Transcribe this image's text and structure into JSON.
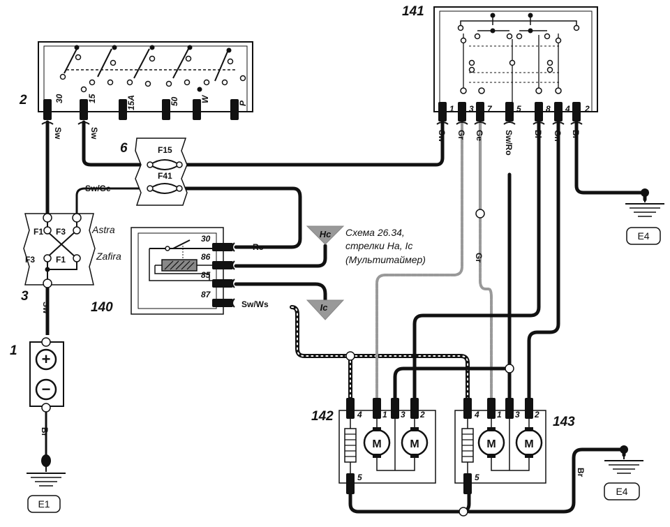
{
  "components": {
    "c1": "1",
    "c2": "2",
    "c3": "3",
    "c6": "6",
    "c140": "140",
    "c141": "141",
    "c142": "142",
    "c143": "143"
  },
  "ignition_switch": {
    "terminals": [
      "30",
      "15",
      "15A",
      "50",
      "W",
      "P"
    ]
  },
  "fuse_box": {
    "fuses": [
      "F15",
      "F41"
    ]
  },
  "fuse_block": {
    "fuses": [
      "F1",
      "F3",
      "F3",
      "F1"
    ],
    "models": [
      "Astra",
      "Zafira"
    ]
  },
  "relay": {
    "pins": [
      "30",
      "86",
      "85",
      "87"
    ]
  },
  "switch141": {
    "pins": [
      "1",
      "3",
      "7",
      "5",
      "8",
      "4",
      "2"
    ],
    "wires": [
      "Sw",
      "Gr",
      "Ge",
      "Sw/Ro",
      "Bl",
      "Gn",
      "Br"
    ]
  },
  "motor_unit": {
    "pins": [
      "4",
      "1",
      "3",
      "2"
    ],
    "pin_bottom": "5",
    "motor_symbol": "M"
  },
  "wires": {
    "sw_a": "Sw",
    "sw_b": "Sw",
    "sw_ge": "Sw/Ge",
    "ro": "Ro",
    "sw_ws": "Sw/Ws",
    "sw_c": "Sw",
    "br_batt": "Br",
    "gr_mid": "Gr",
    "br_ground": "Br"
  },
  "battery": {
    "plus": "+",
    "minus": "−"
  },
  "connectors": {
    "hc": "Hc",
    "ic": "Ic"
  },
  "note": {
    "line1": "Схема 26.34,",
    "line2": "стрелки На, Ic",
    "line3": "(Мультитаймер)"
  },
  "grounds": {
    "e1": "E1",
    "e4_top": "E4",
    "e4_bottom": "E4"
  }
}
